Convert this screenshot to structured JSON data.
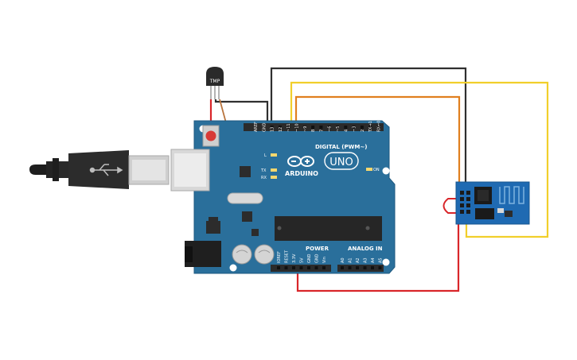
{
  "sensor": {
    "label": "TMP"
  },
  "board": {
    "brand": "ARDUINO",
    "model": "UNO",
    "digital_header": "DIGITAL (PWM~)",
    "power_header": "POWER",
    "analog_header": "ANALOG IN",
    "led_l": "L",
    "led_tx": "TX",
    "led_rx": "RX",
    "led_on": "ON",
    "digital_pins": [
      "AREF",
      "GND",
      "13",
      "12",
      "~11",
      "~10",
      "~9",
      "8",
      "7",
      "~6",
      "~5",
      "4",
      "~3",
      "2",
      "TX→1",
      "RX←0"
    ],
    "power_pins": [
      "IOREF",
      "RESET",
      "3.3V",
      "5V",
      "GND",
      "GND",
      "Vin"
    ],
    "analog_pins": [
      "A0",
      "A1",
      "A2",
      "A3",
      "A4",
      "A5"
    ]
  },
  "colors": {
    "board": "#2a6f9b",
    "board_edge": "#1f5a80",
    "header": "#2b2b2b",
    "wire_black": "#2f2f2f",
    "wire_yellow": "#f1cf2b",
    "wire_orange": "#e07f1f",
    "wire_red": "#d9262a",
    "wire_brown": "#b9743d",
    "esp_board": "#1f6ab2"
  },
  "icons": [
    "usb-cable-icon",
    "usb-symbol-icon",
    "infinity-logo-icon",
    "antenna-trace-icon"
  ]
}
